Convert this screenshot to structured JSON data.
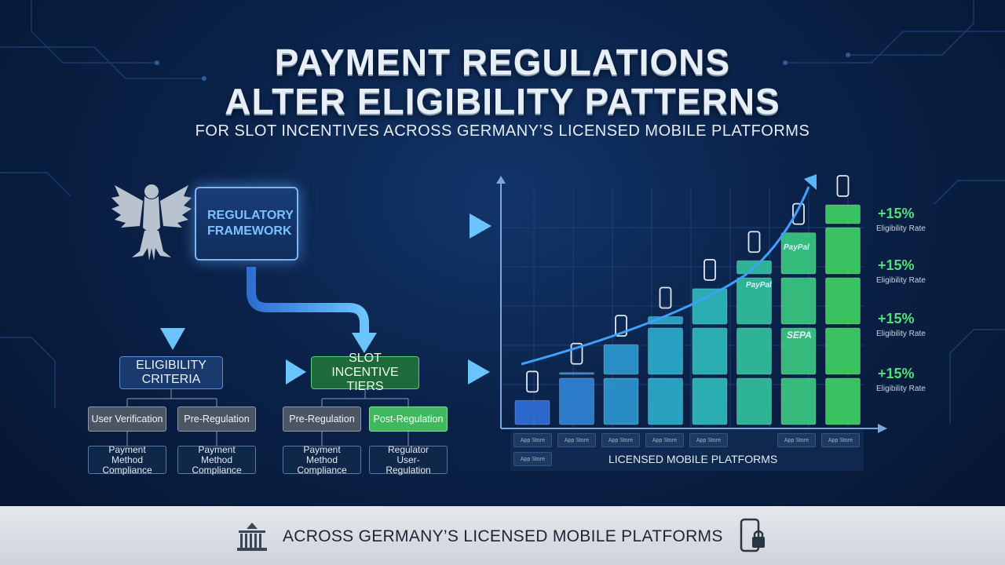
{
  "header": {
    "title_line1": "PAYMENT REGULATIONS",
    "title_line2": "ALTER ELIGIBILITY PATTERNS",
    "subtitle": "FOR SLOT INCENTIVES ACROSS GERMANY’S LICENSED MOBILE PLATFORMS"
  },
  "diagram": {
    "regulatory_framework": "REGULATORY FRAMEWORK",
    "eligibility_criteria": "ELIGIBILITY CRITERIA",
    "slot_incentive_tiers": "SLOT INCENTIVE TIERS",
    "left_pills": [
      "User Verification",
      "Pre-Regulation"
    ],
    "left_cards": [
      "Payment Method Compliance",
      "Payment Method Compliance"
    ],
    "right_pills": [
      "Pre-Regulation",
      "Post-Regulation"
    ],
    "right_cards": [
      "Payment Method Compliance",
      "Regulator User-Regulation"
    ]
  },
  "chart_data": {
    "type": "bar",
    "xlabel": "LICENSED MOBILE PLATFORMS",
    "annotations": [
      {
        "value": "+15%",
        "label": "Eligibility Rate"
      },
      {
        "value": "+15%",
        "label": "Eligibility Rate"
      },
      {
        "value": "+15%",
        "label": "Eligibility Rate"
      },
      {
        "value": "+15%",
        "label": "Eligibility Rate"
      }
    ],
    "brands": [
      "PayPal",
      "PayPal",
      "SEPA"
    ],
    "store_labels": [
      "App Store",
      "App Store",
      "App Store",
      "App Store",
      "App Store",
      "App Store",
      "App Store",
      "App Store"
    ],
    "values": [
      1,
      2,
      3,
      4,
      5,
      6,
      7,
      8
    ],
    "colors": {
      "start": "#2f6fd8",
      "mid": "#2ab5c9",
      "end": "#3fcf63"
    }
  },
  "footer": {
    "text": "ACROSS GERMANY’S LICENSED MOBILE PLATFORMS"
  }
}
